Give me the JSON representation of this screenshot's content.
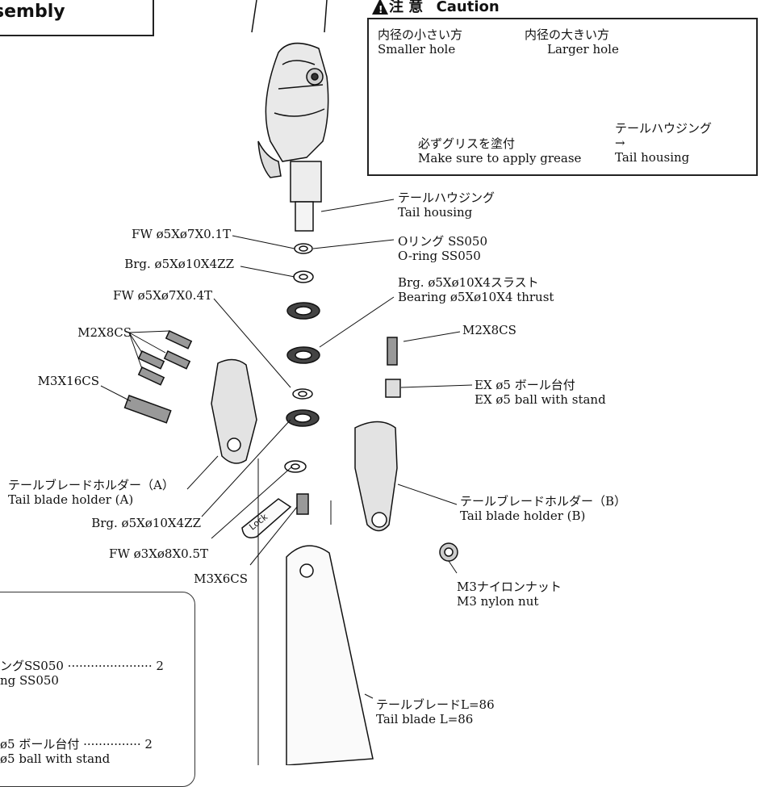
{
  "header": {
    "title": "sembly"
  },
  "caution": {
    "heading_jp": "注 意",
    "heading_en": "Caution",
    "smaller_jp": "内径の小さい方",
    "smaller_en": "Smaller hole",
    "larger_jp": "内径の大きい方",
    "larger_en": "Larger hole",
    "grease_jp": "必ずグリスを塗付",
    "grease_en": "Make sure to apply grease",
    "housing_jp": "テールハウジング",
    "arrow": "→",
    "housing_en": "Tail housing"
  },
  "labels": {
    "tail_housing": {
      "jp": "テールハウジング",
      "en": "Tail housing"
    },
    "fw_1": "FW ø5Xø7X0.1T",
    "brg_1": "Brg. ø5Xø10X4ZZ",
    "fw_2": "FW ø5Xø7X0.4T",
    "m2_left": "M2X8CS",
    "m3_16": "M3X16CS",
    "oring": {
      "jp": "Oリング SS050",
      "en": "O-ring SS050"
    },
    "thrust": {
      "jp": "Brg. ø5Xø10X4スラスト",
      "en": "Bearing ø5Xø10X4 thrust"
    },
    "m2_right": "M2X8CS",
    "ball": {
      "jp": "EX ø5 ボール台付",
      "en": "EX ø5 ball with stand"
    },
    "holder_a": {
      "jp": "テールブレードホルダー（A）",
      "en": "Tail blade holder (A)"
    },
    "brg_2": "Brg. ø5Xø10X4ZZ",
    "fw_3": "FW ø3Xø8X0.5T",
    "m3_6": "M3X6CS",
    "holder_b": {
      "jp": "テールブレードホルダー（B）",
      "en": "Tail blade holder (B)"
    },
    "nut": {
      "jp": "M3ナイロンナット",
      "en": "M3 nylon nut"
    },
    "blade": {
      "jp": "テールブレードL=86",
      "en": "Tail blade L=86"
    },
    "lock": "Lock"
  },
  "parts": {
    "item1_jp": "ングSS050 ······················ 2",
    "item1_en": "ng SS050",
    "item2_jp": "ø5 ボール台付 ··············· 2",
    "item2_en": "ø5 ball with stand"
  }
}
